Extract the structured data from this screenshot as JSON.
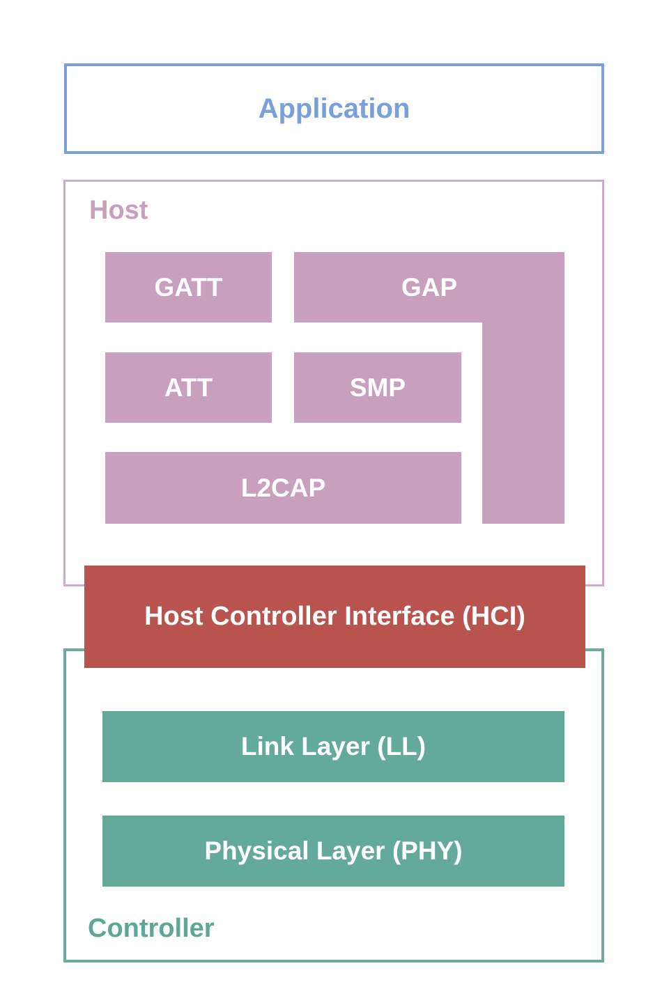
{
  "application": {
    "label": "Application"
  },
  "host": {
    "label": "Host",
    "blocks": {
      "gatt": "GATT",
      "gap": "GAP",
      "att": "ATT",
      "smp": "SMP",
      "l2cap": "L2CAP"
    }
  },
  "hci": {
    "label": "Host Controller Interface (HCI)"
  },
  "controller": {
    "label": "Controller",
    "blocks": {
      "link_layer": "Link Layer (LL)",
      "physical_layer": "Physical Layer (PHY)"
    }
  },
  "colors": {
    "blue": "#7AA0DC",
    "pink_fill": "#C99FBE",
    "pink_border": "#D2A9C9",
    "red": "#B9534E",
    "teal_fill": "#64AA9B",
    "teal_border": "#6BAA9D",
    "teal_text": "#5EA695"
  }
}
